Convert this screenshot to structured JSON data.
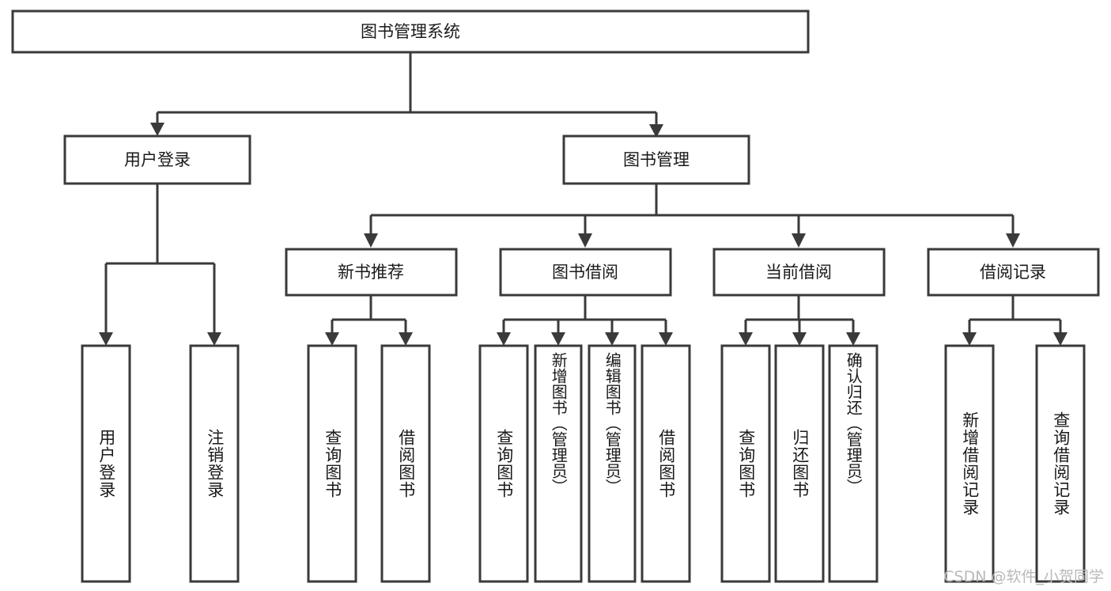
{
  "diagram": {
    "title": "图书管理系统",
    "type": "tree-hierarchy",
    "root": {
      "id": "root",
      "label": "图书管理系统",
      "orientation": "horizontal"
    },
    "level1": [
      {
        "id": "user-login",
        "label": "用户登录",
        "orientation": "horizontal"
      },
      {
        "id": "book-management",
        "label": "图书管理",
        "orientation": "horizontal"
      }
    ],
    "level2": [
      {
        "id": "new-book-recommend",
        "label": "新书推荐",
        "parent": "book-management",
        "orientation": "horizontal"
      },
      {
        "id": "book-borrow",
        "label": "图书借阅",
        "parent": "book-management",
        "orientation": "horizontal"
      },
      {
        "id": "current-borrow",
        "label": "当前借阅",
        "parent": "book-management",
        "orientation": "horizontal"
      },
      {
        "id": "borrow-record",
        "label": "借阅记录",
        "parent": "book-management",
        "orientation": "horizontal"
      }
    ],
    "leaves": [
      {
        "id": "leaf-user-login",
        "label": "用户登录",
        "parent": "user-login",
        "orientation": "vertical"
      },
      {
        "id": "leaf-logout-login",
        "label": "注销登录",
        "parent": "user-login",
        "orientation": "vertical"
      },
      {
        "id": "leaf-query-book-1",
        "label": "查询图书",
        "parent": "new-book-recommend",
        "orientation": "vertical"
      },
      {
        "id": "leaf-borrow-book-1",
        "label": "借阅图书",
        "parent": "new-book-recommend",
        "orientation": "vertical"
      },
      {
        "id": "leaf-query-book-2",
        "label": "查询图书",
        "parent": "book-borrow",
        "orientation": "vertical"
      },
      {
        "id": "leaf-add-book",
        "label": "新增图书（管理员）",
        "parent": "book-borrow",
        "orientation": "vertical"
      },
      {
        "id": "leaf-edit-book",
        "label": "编辑图书（管理员）",
        "parent": "book-borrow",
        "orientation": "vertical"
      },
      {
        "id": "leaf-borrow-book-2",
        "label": "借阅图书",
        "parent": "book-borrow",
        "orientation": "vertical"
      },
      {
        "id": "leaf-query-book-3",
        "label": "查询图书",
        "parent": "current-borrow",
        "orientation": "vertical"
      },
      {
        "id": "leaf-return-book",
        "label": "归还图书",
        "parent": "current-borrow",
        "orientation": "vertical"
      },
      {
        "id": "leaf-confirm-return",
        "label": "确认归还（管理员）",
        "parent": "current-borrow",
        "orientation": "vertical"
      },
      {
        "id": "leaf-add-record",
        "label": "新增借阅记录",
        "parent": "borrow-record",
        "orientation": "vertical"
      },
      {
        "id": "leaf-query-record",
        "label": "查询借阅记录",
        "parent": "borrow-record",
        "orientation": "vertical"
      }
    ]
  },
  "watermark": {
    "text": "CSDN @软件_小贺同学"
  },
  "colors": {
    "stroke": "#3a3a3a",
    "box_fill": "#ffffff",
    "text": "#1a1a1a",
    "watermark": "#b9b9b9",
    "background": "#ffffff"
  }
}
